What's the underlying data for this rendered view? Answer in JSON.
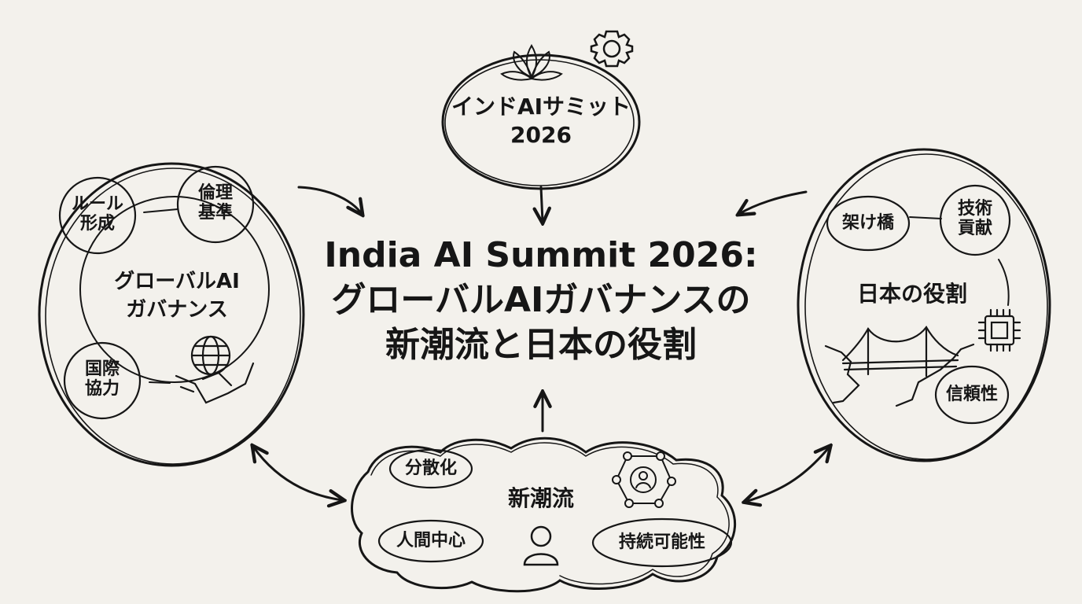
{
  "title": {
    "line1": "India AI Summit 2026:",
    "line2": "グローバルAIガバナンスの",
    "line3": "新潮流と日本の役割"
  },
  "top": {
    "label_line1": "インドAIサミット",
    "label_line2": "2026",
    "icons": [
      "lotus-icon",
      "gear-icon"
    ]
  },
  "left": {
    "label_line1": "グローバルAI",
    "label_line2": "ガバナンス",
    "nodes": [
      {
        "line1": "ルール",
        "line2": "形成"
      },
      {
        "line1": "倫理",
        "line2": "基準"
      },
      {
        "line1": "国際",
        "line2": "協力"
      }
    ],
    "icons": [
      "globe-handshake-icon"
    ]
  },
  "right": {
    "label": "日本の役割",
    "nodes": [
      {
        "line1": "架け橋"
      },
      {
        "line1": "技術",
        "line2": "貢献"
      },
      {
        "line1": "信頼性"
      }
    ],
    "icons": [
      "bridge-icon",
      "chip-icon"
    ]
  },
  "bottom": {
    "label": "新潮流",
    "nodes": [
      {
        "line1": "分散化"
      },
      {
        "line1": "人間中心"
      },
      {
        "line1": "持続可能性"
      }
    ],
    "icons": [
      "network-icon",
      "person-icon"
    ]
  },
  "colors": {
    "background": "#f3f1ec",
    "ink": "#161616"
  }
}
